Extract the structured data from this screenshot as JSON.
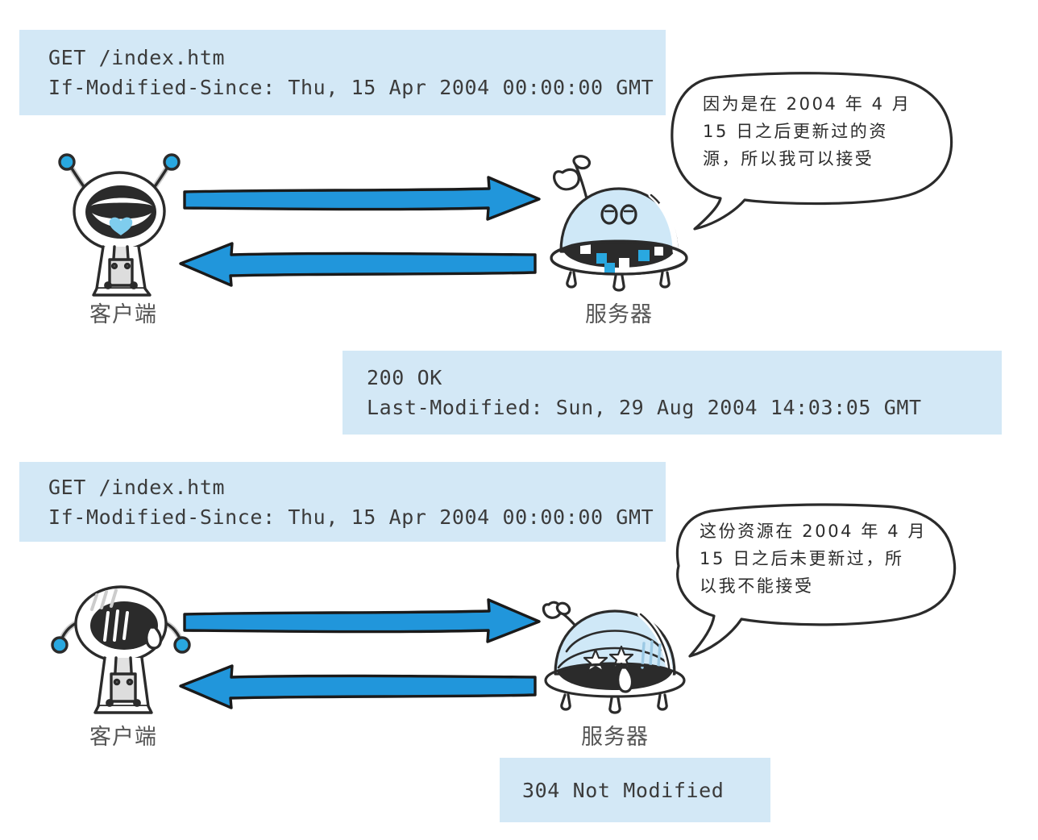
{
  "diagram": {
    "title": "HTTP If-Modified-Since conditional request",
    "colors": {
      "panel_background": "#d3e8f6",
      "arrow_fill": "#2196db",
      "arrow_outline": "#1a1a1a",
      "text": "#3b3b3b",
      "dome_blue": "#cfe8f7",
      "accent_blue": "#29a8e0"
    }
  },
  "scenario_1": {
    "request": {
      "line1": "GET /index.htm",
      "line2": "If-Modified-Since: Thu, 15 Apr 2004 00:00:00 GMT"
    },
    "response": {
      "line1": "200 OK",
      "line2": "Last-Modified: Sun, 29 Aug 2004 14:03:05 GMT"
    },
    "bubble": "因为是在 2004 年 4 月\n15 日之后更新过的资\n源，所以我可以接受",
    "client_label": "客户端",
    "server_label": "服务器",
    "client_mood": "happy",
    "server_mood": "happy"
  },
  "scenario_2": {
    "request": {
      "line1": "GET /index.htm",
      "line2": "If-Modified-Since: Thu, 15 Apr 2004 00:00:00 GMT"
    },
    "response": {
      "line1": "304 Not Modified"
    },
    "bubble": "这份资源在 2004 年 4 月\n15 日之后未更新过，所\n以我不能接受",
    "client_label": "客户端",
    "server_label": "服务器",
    "client_mood": "sad",
    "server_mood": "sad"
  }
}
